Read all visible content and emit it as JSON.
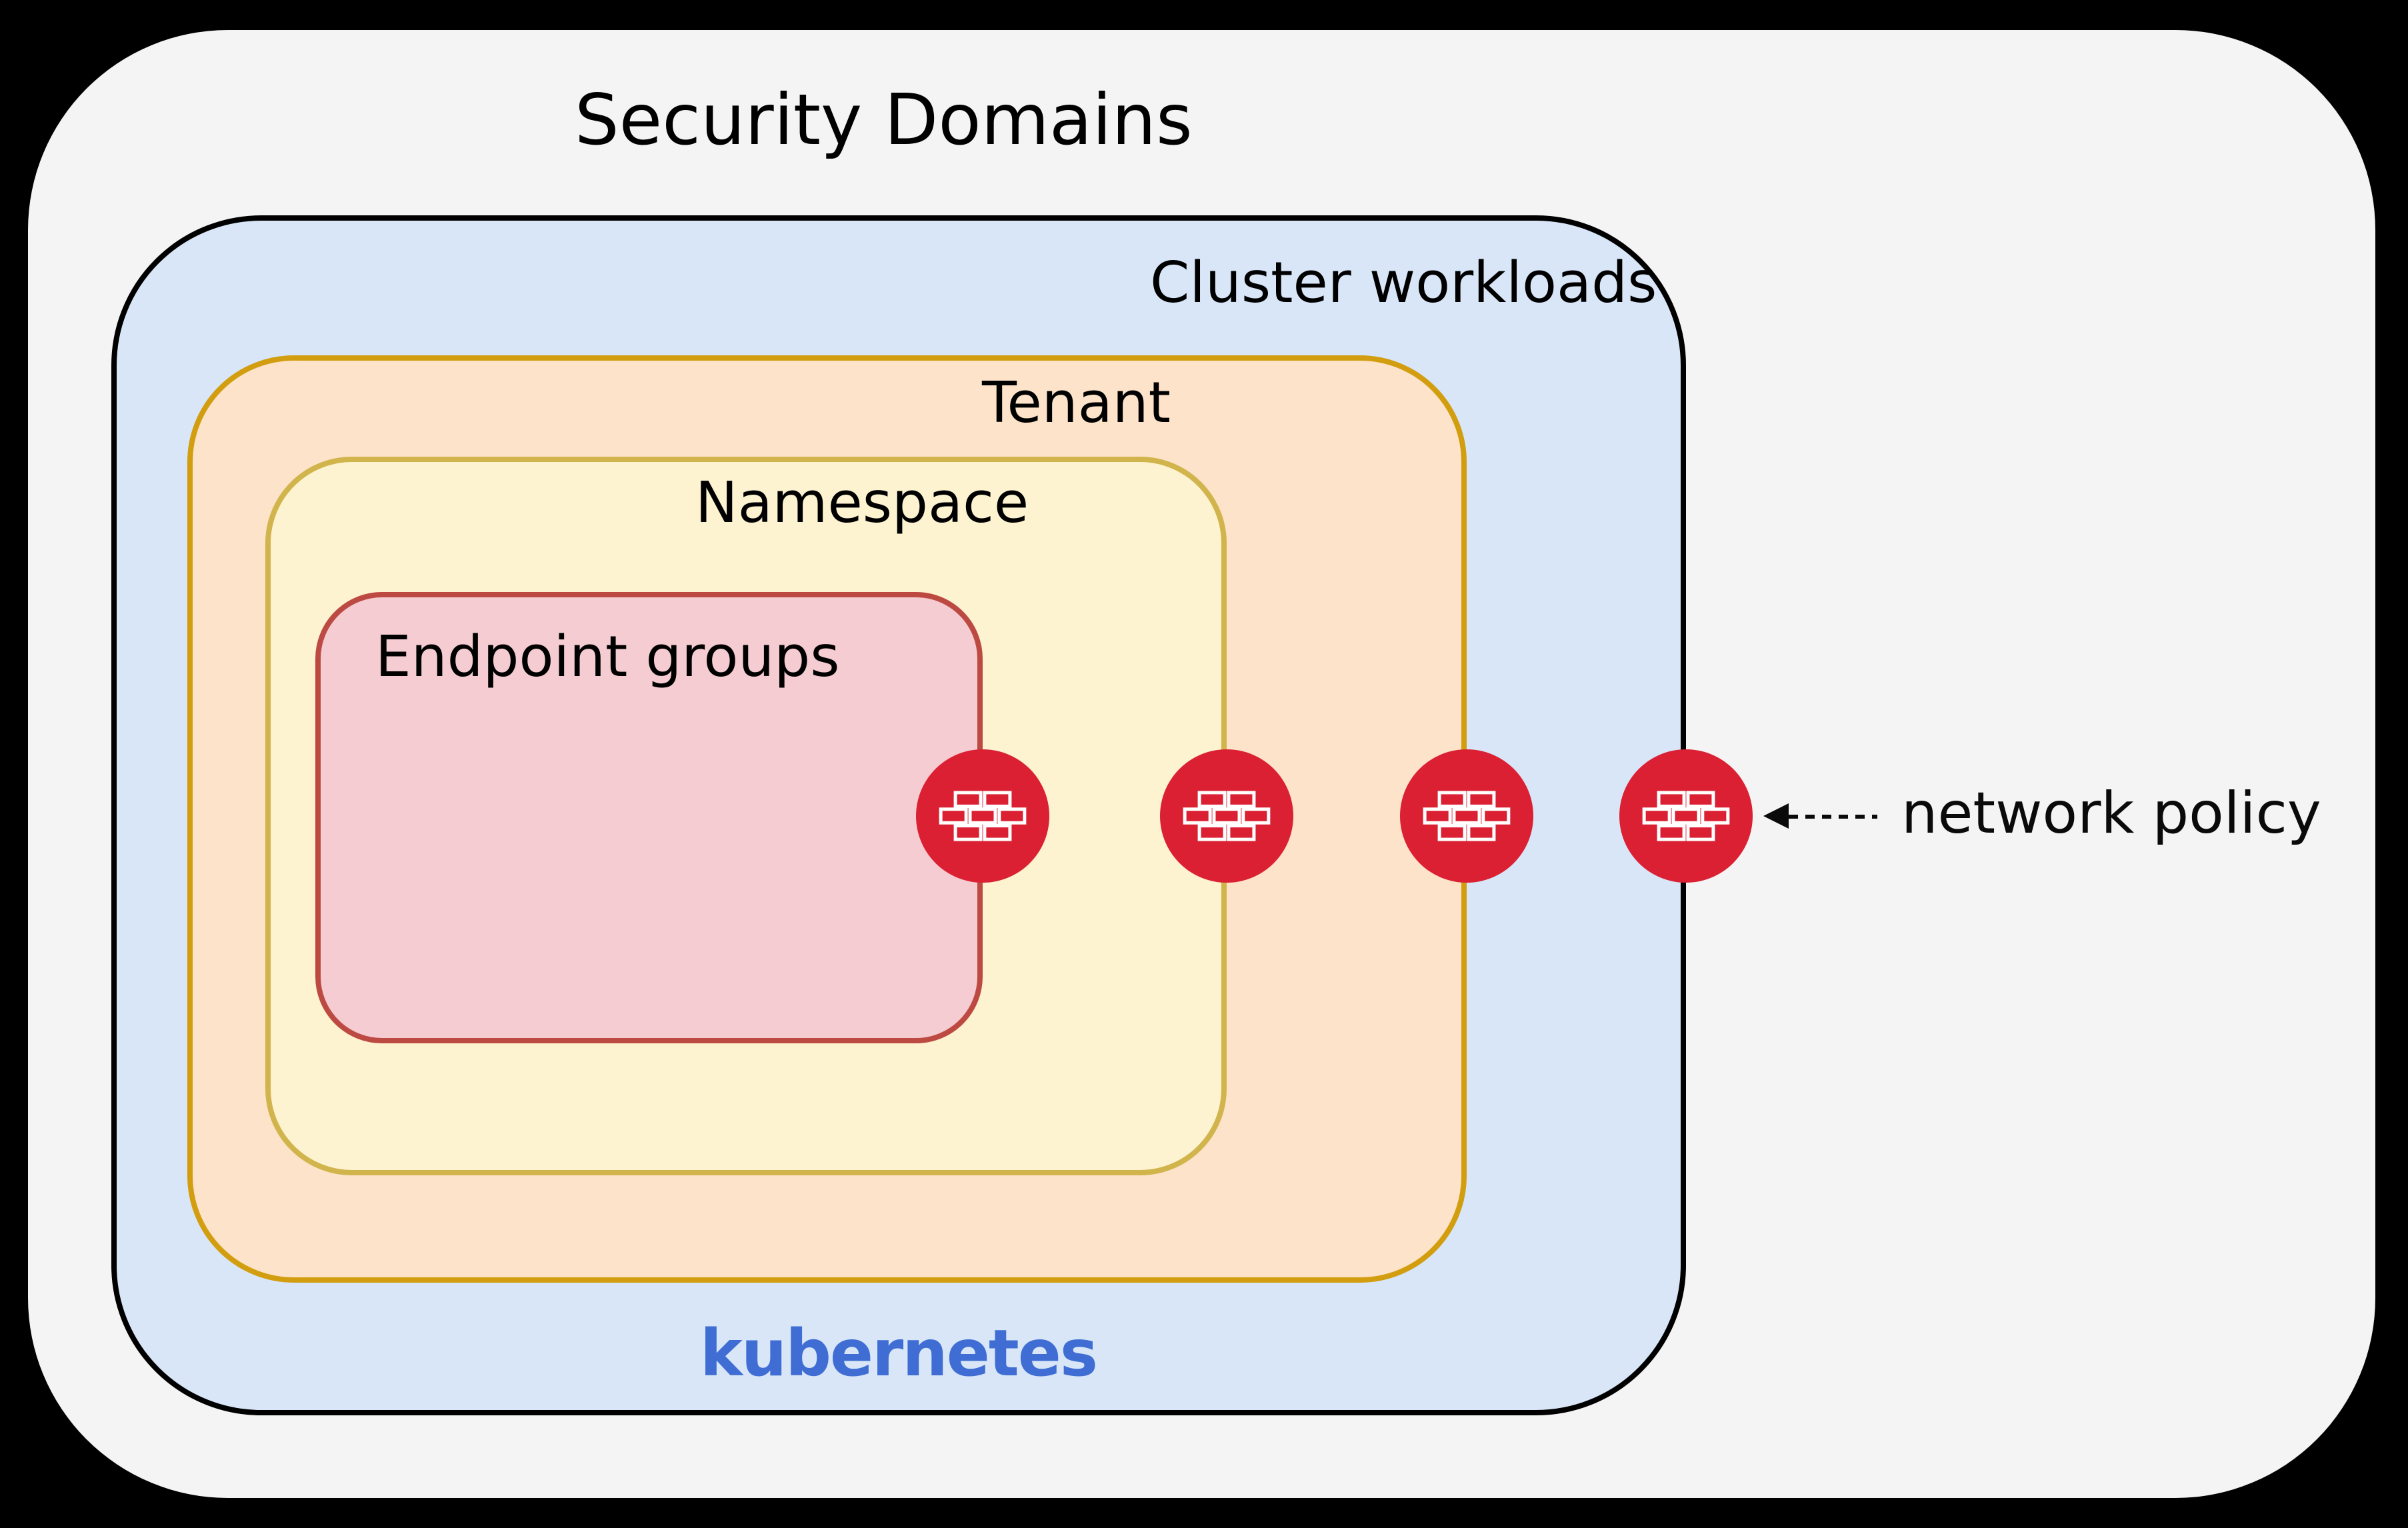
{
  "page": {
    "background_color": "#000000",
    "canvas_color": "#f4f4f4"
  },
  "diagram": {
    "title": "Security Domains",
    "layers": [
      {
        "id": "cluster",
        "label": "Cluster workloads",
        "fill": "#d8e6f8",
        "border": "#000000"
      },
      {
        "id": "tenant",
        "label": "Tenant",
        "fill": "#fce3c9",
        "border": "#d29d0e"
      },
      {
        "id": "namespace",
        "label": "Namespace",
        "fill": "#fdf3d0",
        "border": "#d1b44c"
      },
      {
        "id": "endpoint_groups",
        "label": "Endpoint groups",
        "fill": "#f5ccd1",
        "border": "#bc4a43"
      }
    ],
    "platform_label": "kubernetes",
    "platform_color": "#3f6dd3",
    "annotation": {
      "label": "network policy",
      "arrow": "dashed-left-arrow"
    },
    "firewall": {
      "icon": "firewall-brick-wall-icon",
      "color": "#da2032",
      "count": 4
    }
  }
}
